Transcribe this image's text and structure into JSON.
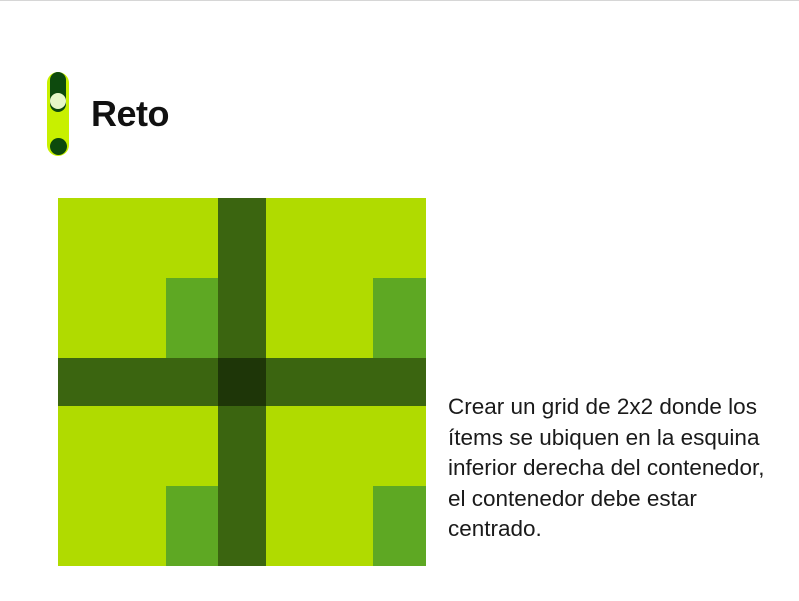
{
  "slide": {
    "title": "Reto",
    "description": "Crear un grid de 2x2 donde los ítems se ubiquen en la esquina inferior derecha del contenedor, el contenedor debe estar centrado."
  },
  "logo": {
    "icon": "toggle-pill-icon"
  },
  "grid_demo": {
    "columns": 2,
    "rows": 2,
    "item_alignment": "bottom-right",
    "colors": {
      "cell": "#b0db00",
      "item": "#5ea823",
      "gap": "#3b6510",
      "gap_intersection": "#1e3608"
    }
  }
}
